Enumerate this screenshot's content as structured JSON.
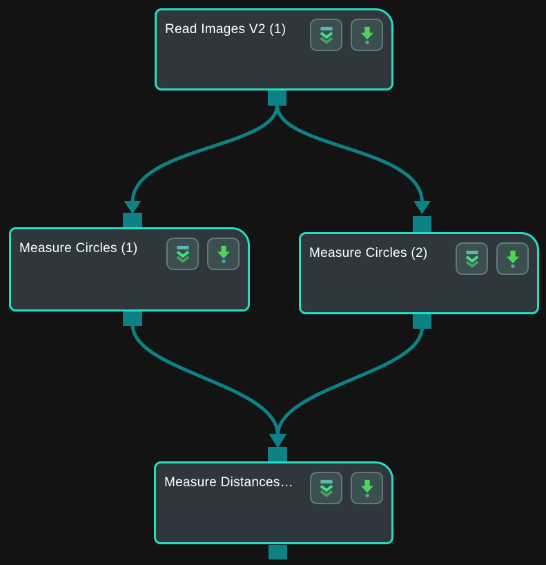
{
  "canvas": {
    "background": "#131313"
  },
  "colors": {
    "node_border": "#23dfc0",
    "node_background": "#2f373c",
    "node_title": "#ffffff",
    "connector": "#0e8187",
    "button_background": "#3b4f50",
    "button_border": "#869d9e",
    "expand_bar": "#5ab7ad",
    "expand_chevron_bright": "#3ce37e",
    "expand_chevron_dim": "#4d9c64",
    "run_arrow": "#4ed457",
    "run_dot": "#4fa3a8"
  },
  "nodes": [
    {
      "id": "read-images-v2-1",
      "title": "Read Images V2 (1)"
    },
    {
      "id": "measure-circles-1",
      "title": "Measure Circles (1)"
    },
    {
      "id": "measure-circles-2",
      "title": "Measure Circles (2)"
    },
    {
      "id": "measure-distances",
      "title": "Measure Distances…"
    }
  ],
  "edges": [
    {
      "from": "Read Images V2 (1)",
      "to": "Measure Circles (1)"
    },
    {
      "from": "Read Images V2 (1)",
      "to": "Measure Circles (2)"
    },
    {
      "from": "Measure Circles (1)",
      "to": "Measure Distances…"
    },
    {
      "from": "Measure Circles (2)",
      "to": "Measure Distances…"
    }
  ],
  "icons": {
    "expand": "double-chevron-down-with-bar",
    "run": "down-arrow-with-dot",
    "arrowhead": "triangle-down"
  }
}
